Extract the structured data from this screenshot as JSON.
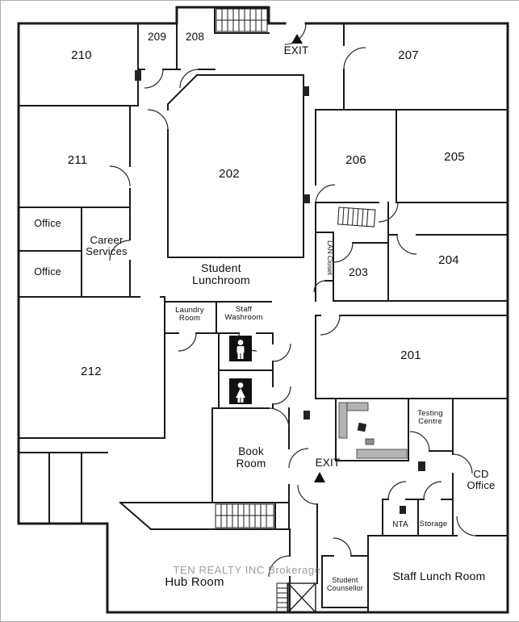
{
  "watermark": "TEN REALTY INC Brokerage",
  "exits": {
    "top": "EXIT",
    "middle": "EXIT"
  },
  "rooms": {
    "r210": "210",
    "r209": "209",
    "r208": "208",
    "r207": "207",
    "r211": "211",
    "r202": "202",
    "r206": "206",
    "r205": "205",
    "office_top": "Office",
    "career_services": "Career Services",
    "office_bottom": "Office",
    "student_lunchroom": "Student Lunchroom",
    "lan_closet": "LAN Closet",
    "r203": "203",
    "r204": "204",
    "r212": "212",
    "laundry_room": "Laundry Room",
    "staff_washroom": "Staff Washroom",
    "r201": "201",
    "book_room": "Book Room",
    "testing_centre": "Testing Centre",
    "cd_office": "CD Office",
    "nta": "NTA",
    "storage": "Storage",
    "hub_room": "Hub Room",
    "student_counsellor": "Student Counsellor",
    "staff_lunch_room": "Staff Lunch Room"
  },
  "icons": {
    "stairs_top": "staircase",
    "stairs_bottom": "staircase",
    "stairs_small": "staircase",
    "elevator": "elevator",
    "mens_washroom": "male-figure",
    "womens_washroom": "female-figure",
    "exit_triangle_top": "exit-arrow",
    "exit_triangle_middle": "exit-arrow",
    "radiator": "radiator",
    "desks": "office-desks"
  },
  "colors": {
    "wall": "#1a1a1a",
    "door_arc": "#2a2a2a",
    "furniture": "#b3b3b3",
    "watermark": "#8c8c8c"
  }
}
